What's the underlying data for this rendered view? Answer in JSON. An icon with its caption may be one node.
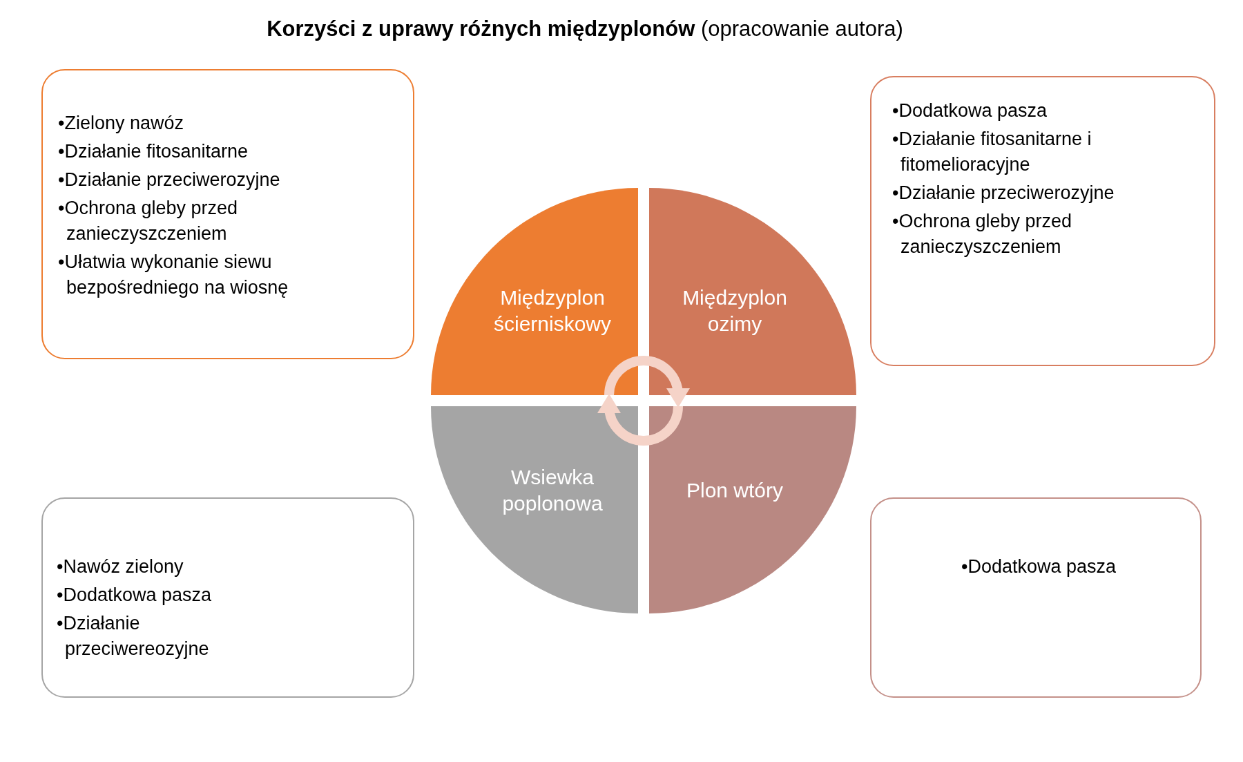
{
  "diagram": {
    "title": "**Korzyści z uprawy różnych międzyplonów** (opracowanie autora)",
    "nodes": [
      {
        "text": [
          "•Zielony nawóz",
          "•Działanie fitosanitarne",
          "•Działanie przeciwerozyjne",
          "•Ochrona gleby przed zanieczyszczeniem",
          "•Ułatwia wykonanie siewu bezpośredniego na wiosnę"
        ]
      },
      {
        "text": [
          "Międzyplon ścierniskowy"
        ]
      },
      {
        "text": [
          "Międzyplon ozimy"
        ]
      },
      {
        "text": [
          "•Dodatkowa pasza",
          "•Działanie fitosanitarne i fitomelioracyjne",
          "•Działanie przeciwerozyjne",
          "•Ochrona gleby przed zanieczyszczeniem"
        ]
      },
      {
        "text": [
          "Wsiewka poplonowa"
        ]
      },
      {
        "text": [
          "Plon wtóry"
        ]
      },
      {
        "text": [
          "•Nawóz zielony",
          "•Dodatkowa pasza",
          "•Działanie przeciwereozyjne"
        ]
      },
      {
        "text": [
          "•Dodatkowa pasza"
        ]
      }
    ],
    "edges": [
      {
        "from": 1,
        "to": 2,
        "arrow": "to"
      },
      {
        "from": 5,
        "to": 4,
        "arrow": "to"
      }
    ]
  }
}
